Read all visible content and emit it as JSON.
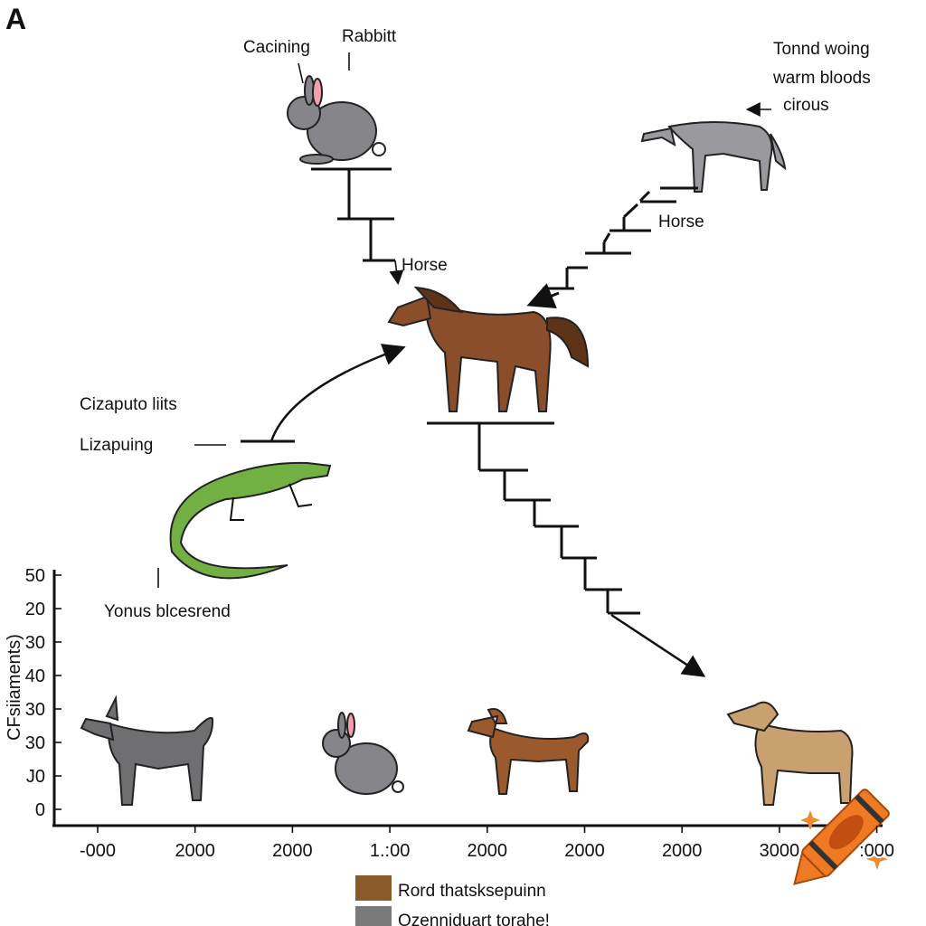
{
  "panel_label": "A",
  "labels": {
    "cacining": "Cacining",
    "rabbitt": "Rabbitt",
    "horse_center": "Horse",
    "horse_right": "Horse",
    "tonnd_woing": "Tonnd woing",
    "warm_bloods": "warm bloods",
    "cirous": "cirous",
    "cizaputo_liits": "Cizaputo liits",
    "lizapuing": "Lizapuing",
    "yonus_blcesrend": "Yonus blcesrend"
  },
  "axes": {
    "y_label": "CFsiiaments)",
    "y_ticks": [
      "50",
      "20",
      "30",
      "40",
      "30",
      "30",
      "J0",
      "0"
    ],
    "x_ticks": [
      "-000",
      "2000",
      "2000",
      "1.:00",
      "2000",
      "2000",
      "2000",
      "3000",
      ":000"
    ]
  },
  "legend": [
    {
      "label": "Rord thatsksepuinn",
      "color": "#8b5a2b"
    },
    {
      "label": "Ozenniduart torahe!",
      "color": "#7a7a7a"
    }
  ],
  "colors": {
    "rabbit": "#85858a",
    "gray_horse": "#9a9a9e",
    "brown_horse": "#8a4f2a",
    "lizard": "#72b043",
    "gray_dog": "#6f6f72",
    "brown_dog": "#9a5a2e",
    "tan_dog": "#c9a070",
    "crayon": "#f07a22"
  },
  "icons": [
    "rabbit-illustration",
    "horse-illustration",
    "lizard-illustration",
    "dog-illustration",
    "crayon-icon"
  ]
}
